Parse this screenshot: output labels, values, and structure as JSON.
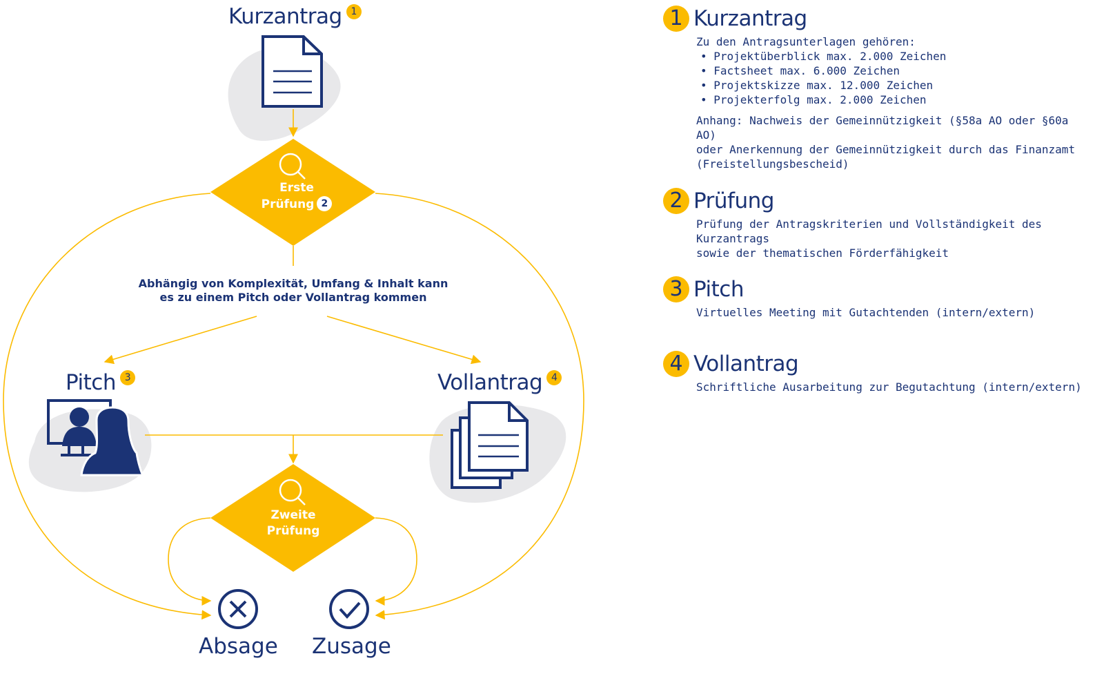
{
  "colors": {
    "accent": "#fbbb00",
    "navy": "#1b3375",
    "blob": "#e8e8ea",
    "background": "#ffffff"
  },
  "diagram": {
    "nodes": {
      "kurzantrag": {
        "label": "Kurzantrag",
        "badge": "1",
        "icon": "document-icon"
      },
      "erste_pruefung": {
        "line1": "Erste",
        "line2": "Prüfung",
        "badge": "2",
        "icon": "magnifier-icon"
      },
      "pitch": {
        "label": "Pitch",
        "badge": "3",
        "icon": "video-meeting-icon"
      },
      "vollantrag": {
        "label": "Vollantrag",
        "badge": "4",
        "icon": "stacked-documents-icon"
      },
      "zweite_pruefung": {
        "line1": "Zweite",
        "line2": "Prüfung",
        "icon": "magnifier-icon"
      },
      "absage": {
        "label": "Absage",
        "icon": "x-circle-icon"
      },
      "zusage": {
        "label": "Zusage",
        "icon": "check-circle-icon"
      }
    },
    "branch_note": {
      "line1": "Abhängig von Komplexität, Umfang & Inhalt kann",
      "line2": "es zu einem Pitch oder Vollantrag kommen"
    },
    "edges": [
      {
        "from": "kurzantrag",
        "to": "erste_pruefung"
      },
      {
        "from": "erste_pruefung",
        "to": "pitch"
      },
      {
        "from": "erste_pruefung",
        "to": "vollantrag"
      },
      {
        "from": "erste_pruefung",
        "to": "absage"
      },
      {
        "from": "erste_pruefung",
        "to": "zusage"
      },
      {
        "from": "pitch",
        "to": "zweite_pruefung"
      },
      {
        "from": "vollantrag",
        "to": "zweite_pruefung"
      },
      {
        "from": "zweite_pruefung",
        "to": "absage"
      },
      {
        "from": "zweite_pruefung",
        "to": "zusage"
      }
    ]
  },
  "legend": {
    "sections": [
      {
        "number": "1",
        "title": "Kurzantrag",
        "intro": "Zu den Antragsunterlagen gehören:",
        "items": [
          "Projektüberblick max. 2.000 Zeichen",
          "Factsheet max. 6.000 Zeichen",
          "Projektskizze max. 12.000 Zeichen",
          "Projekterfolg max. 2.000 Zeichen"
        ],
        "appendix": [
          "Anhang: Nachweis der Gemeinnützigkeit (§58a AO oder §60a AO)",
          "oder Anerkennung der Gemeinnützigkeit durch das Finanzamt",
          "(Freistellungsbescheid)"
        ]
      },
      {
        "number": "2",
        "title": "Prüfung",
        "lines": [
          "Prüfung der Antragskriterien und Vollständigkeit des Kurzantrags",
          "sowie der thematischen Förderfähigkeit"
        ]
      },
      {
        "number": "3",
        "title": "Pitch",
        "lines": [
          "Virtuelles Meeting mit Gutachtenden (intern/extern)"
        ]
      },
      {
        "number": "4",
        "title": "Vollantrag",
        "lines": [
          "Schriftliche Ausarbeitung zur Begutachtung (intern/extern)"
        ]
      }
    ]
  }
}
